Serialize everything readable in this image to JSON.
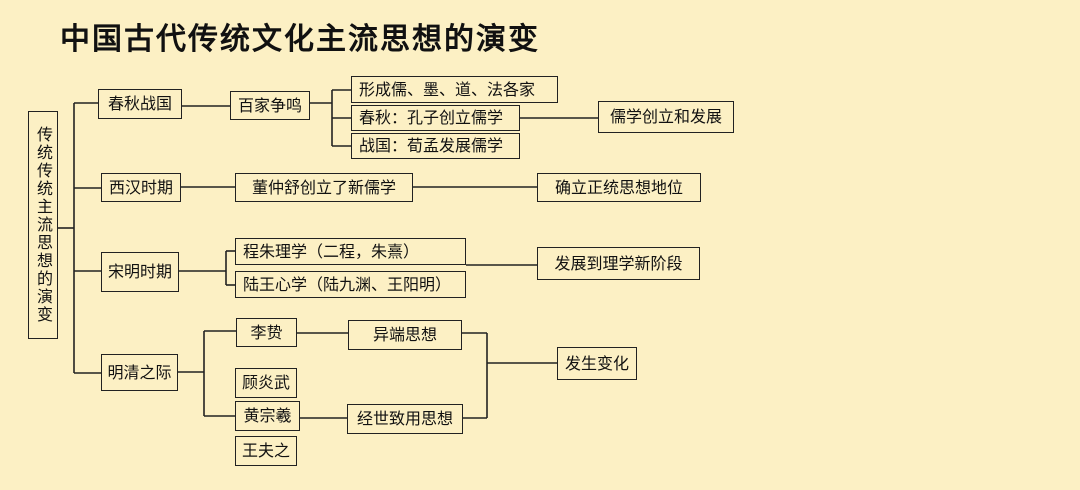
{
  "title": "中国古代传统文化主流思想的演变",
  "root": "传统传统主流思想的演变",
  "periods": {
    "chunqiu": "春秋战国",
    "xihan": "西汉时期",
    "songming": "宋明时期",
    "mingqing": "明清之际"
  },
  "nodes": {
    "baijia": "百家争鸣",
    "xingcheng": "形成儒、墨、道、法各家",
    "kongzi": "春秋：孔子创立儒学",
    "xunmeng": "战国：荀孟发展儒学",
    "ruxue_chuangli": "儒学创立和发展",
    "dongzhongshu": "董仲舒创立了新儒学",
    "queli": "确立正统思想地位",
    "chengzhu": "程朱理学（二程，朱熹）",
    "luwang": "陆王心学（陆九渊、王阳明）",
    "fazhan": "发展到理学新阶段",
    "lizhi": "李贽",
    "yiduan": "异端思想",
    "guyanwu": "顾炎武",
    "huangzongxi": "黄宗羲",
    "wangfuzhi": "王夫之",
    "jingshi": "经世致用思想",
    "fasheng": "发生变化"
  }
}
